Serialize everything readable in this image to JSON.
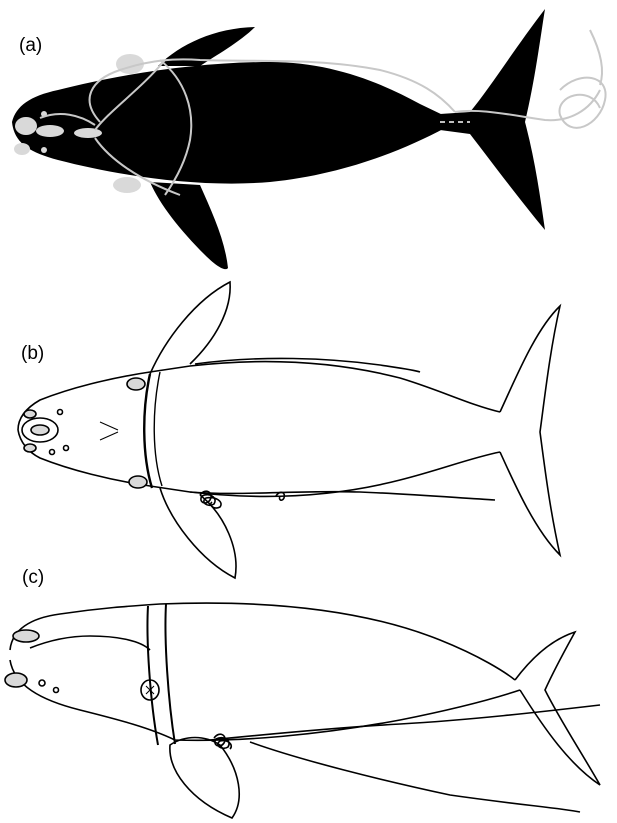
{
  "panels": [
    {
      "label": "(a)"
    },
    {
      "label": "(b)"
    },
    {
      "label": "(c)"
    }
  ],
  "colors": {
    "body_fill": "#000000",
    "outline": "#000000",
    "entanglement_line": "#c8c8c8",
    "callosity_fill": "#d9d9d9"
  }
}
